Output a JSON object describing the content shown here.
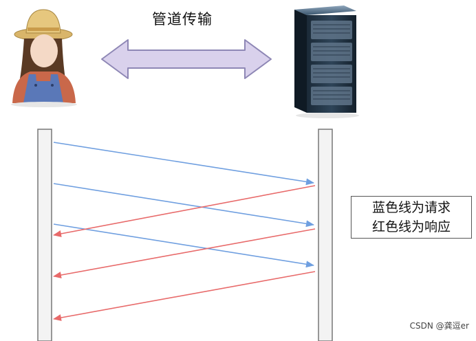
{
  "diagram": {
    "title": "管道传输",
    "legend": {
      "line1": "蓝色线为请求",
      "line2": "红色线为响应"
    },
    "watermark": "CSDN @龚逗er",
    "colors": {
      "request": "#6f9fe0",
      "response": "#e86a6a",
      "double_arrow_fill": "#d9d1ec",
      "double_arrow_stroke": "#8e87b5",
      "lifeline_fill": "#f3f3f3",
      "lifeline_stroke": "#777777"
    },
    "icons": {
      "client": "farmer-user-icon",
      "server": "server-rack-icon"
    }
  }
}
